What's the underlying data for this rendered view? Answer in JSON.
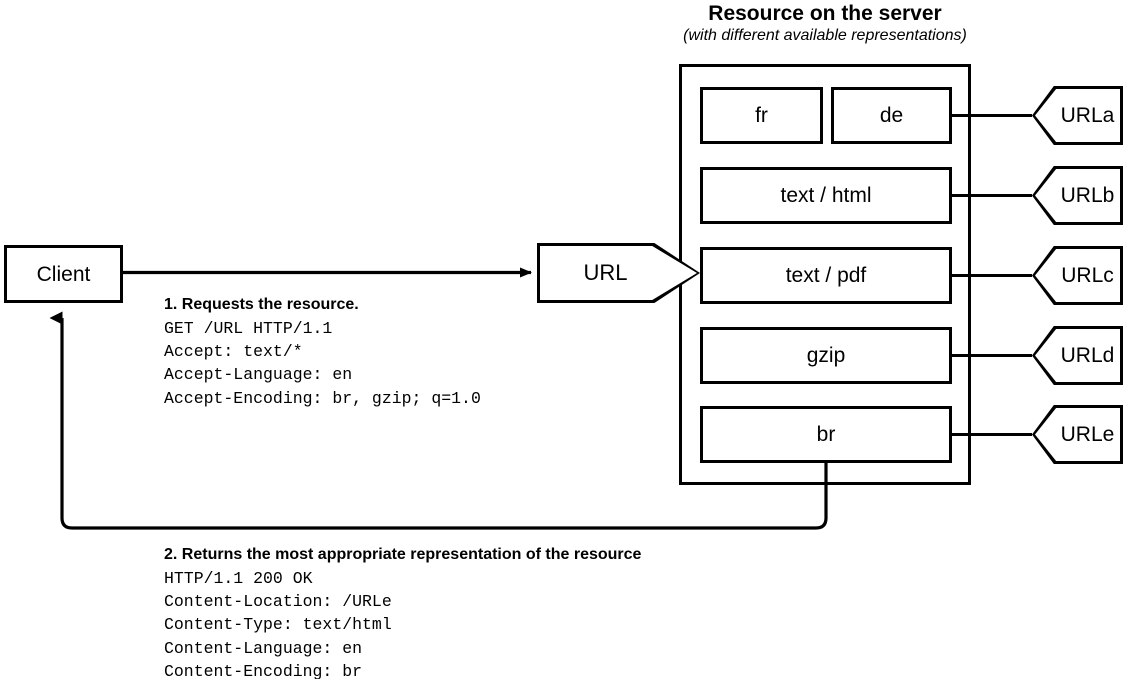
{
  "diagram": {
    "title": "Resource on the server",
    "subtitle": "(with different available representations)",
    "client": {
      "label": "Client"
    },
    "url_request": {
      "label": "URL"
    },
    "representations": [
      {
        "label": "fr"
      },
      {
        "label": "de"
      },
      {
        "label": "text / html"
      },
      {
        "label": "text / pdf"
      },
      {
        "label": "gzip"
      },
      {
        "label": "br"
      }
    ],
    "urls": [
      {
        "label": "URLa"
      },
      {
        "label": "URLb"
      },
      {
        "label": "URLc"
      },
      {
        "label": "URLd"
      },
      {
        "label": "URLe"
      }
    ],
    "request_message": {
      "heading": "1. Requests the resource.",
      "lines": "GET /URL HTTP/1.1\nAccept: text/*\nAccept-Language: en\nAccept-Encoding: br, gzip; q=1.0"
    },
    "response_message": {
      "heading": "2. Returns the most appropriate representation of the resource",
      "lines": "HTTP/1.1 200 OK\nContent-Location: /URLe\nContent-Type: text/html\nContent-Language: en\nContent-Encoding: br"
    },
    "colors": {
      "stroke": "#000000",
      "background": "#ffffff"
    }
  }
}
